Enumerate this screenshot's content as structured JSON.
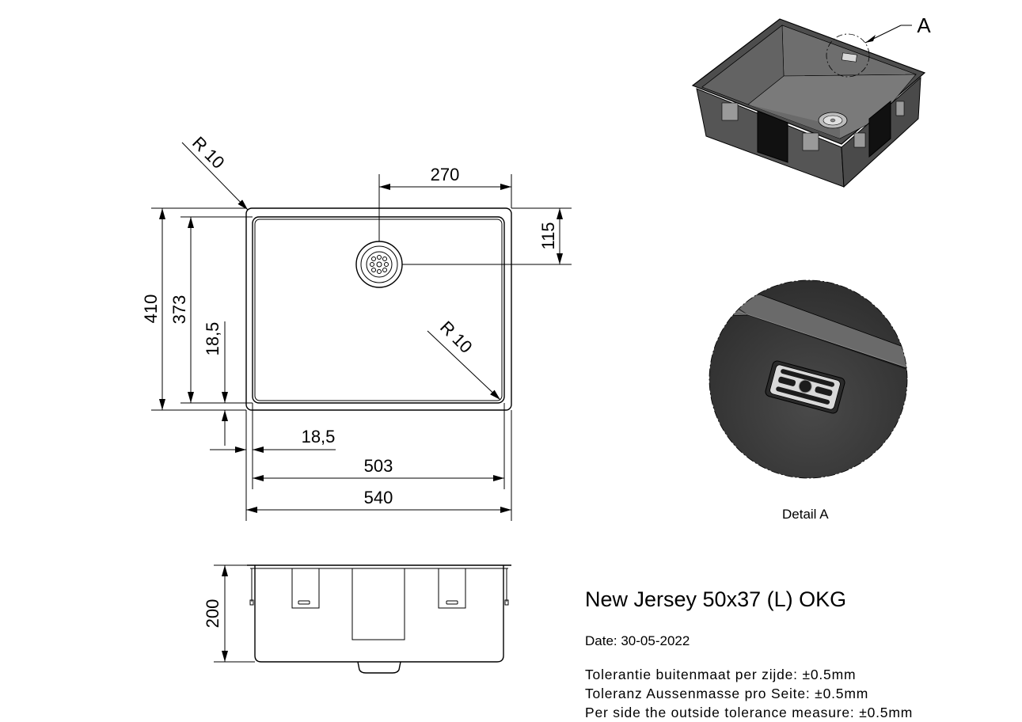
{
  "product": {
    "title": "New Jersey 50x37 (L) OKG",
    "date": "Date: 30-05-2022"
  },
  "tolerances": [
    "Tolerantie buitenmaat per zijde: ±0.5mm",
    "Toleranz Aussenmasse pro Seite: ±0.5mm",
    "Per side the outside tolerance measure: ±0.5mm"
  ],
  "dimensions": {
    "drain_x": "270",
    "drain_y": "115",
    "outer_height": "410",
    "inner_height": "373",
    "rim_side": "18,5",
    "rim_bottom": "18,5",
    "inner_width": "503",
    "outer_width": "540",
    "depth": "200",
    "radius_outer": "R 10",
    "radius_inner": "R 10"
  },
  "detail": {
    "callout": "A",
    "label": "Detail A"
  }
}
